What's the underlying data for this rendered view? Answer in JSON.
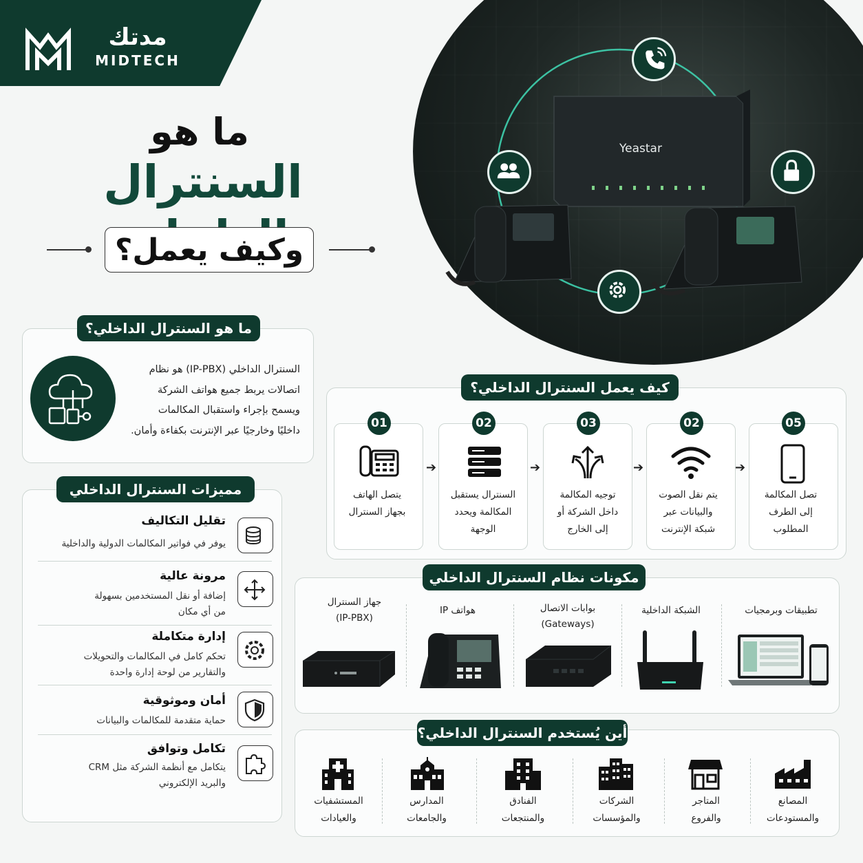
{
  "brand": {
    "name_ar": "مدتك",
    "name_en": "MIDTECH",
    "product_logo": "Yeastar"
  },
  "headline": {
    "line1": "ما هو",
    "line2": "السنترال الداخلي",
    "line3": "وكيف يعمل؟"
  },
  "hero_icons": [
    "phone-call-icon",
    "users-icon",
    "lock-icon",
    "gear-icon"
  ],
  "about": {
    "heading": "ما هو السنترال الداخلي؟",
    "lines": [
      "السنترال الداخلي (IP-PBX) هو نظام",
      "اتصالات يربط جميع هواتف الشركة",
      "ويسمح بإجراء واستقبال المكالمات",
      "داخليًا وخارجيًا عبر الإنترنت بكفاءة وأمان."
    ],
    "icon": "cloud-network-icon"
  },
  "features": {
    "heading": "مميزات السنترال الداخلي",
    "items": [
      {
        "title": "تقليل التكاليف",
        "desc": [
          "يوفر في فواتير المكالمات الدولية والداخلية"
        ],
        "icon": "coins-icon"
      },
      {
        "title": "مرونة عالية",
        "desc": [
          "إضافة أو نقل المستخدمين بسهولة",
          "من أي مكان"
        ],
        "icon": "move-arrows-icon"
      },
      {
        "title": "إدارة متكاملة",
        "desc": [
          "تحكم كامل في المكالمات والتحويلات",
          "والتقارير من لوحة إدارة واحدة"
        ],
        "icon": "gear-icon"
      },
      {
        "title": "أمان وموثوقية",
        "desc": [
          "حماية متقدمة للمكالمات والبيانات"
        ],
        "icon": "shield-icon"
      },
      {
        "title": "تكامل وتوافق",
        "desc": [
          "يتكامل مع أنظمة الشركة مثل CRM",
          "والبريد الإلكتروني"
        ],
        "icon": "puzzle-icon"
      }
    ]
  },
  "how": {
    "heading": "كيف يعمل السنترال الداخلي؟",
    "steps": [
      {
        "num": "05",
        "lines": [
          "تصل المكالمة",
          "إلى الطرف",
          "المطلوب"
        ],
        "icon": "smartphone-icon"
      },
      {
        "num": "02",
        "lines": [
          "يتم نقل الصوت",
          "والبيانات عبر",
          "شبكة الإنترنت"
        ],
        "icon": "wifi-icon"
      },
      {
        "num": "03",
        "lines": [
          "توجيه المكالمة",
          "داخل الشركة أو",
          "إلى الخارج"
        ],
        "icon": "route-arrows-icon"
      },
      {
        "num": "02",
        "lines": [
          "السنترال يستقبل",
          "المكالمة ويحدد",
          "الوجهة"
        ],
        "icon": "server-icon"
      },
      {
        "num": "01",
        "lines": [
          "يتصل الهاتف",
          "بجهاز السنترال"
        ],
        "icon": "desk-phone-icon"
      }
    ]
  },
  "components": {
    "heading": "مكونات نظام السنترال الداخلي",
    "items": [
      {
        "lines": [
          "تطبيقات وبرمجيات"
        ],
        "icon": "laptop-phone-icon"
      },
      {
        "lines": [
          "الشبكة الداخلية"
        ],
        "icon": "router-icon"
      },
      {
        "lines": [
          "بوابات الاتصال",
          "(Gateways)"
        ],
        "icon": "gateway-icon"
      },
      {
        "lines": [
          "هواتف IP"
        ],
        "icon": "ip-phone-icon"
      },
      {
        "lines": [
          "جهاز السنترال",
          "(IP-PBX)"
        ],
        "icon": "pbx-device-icon"
      }
    ]
  },
  "uses": {
    "heading": "أين يُستخدم السنترال الداخلي؟",
    "items": [
      {
        "lines": [
          "المصانع",
          "والمستودعات"
        ],
        "icon": "factory-icon"
      },
      {
        "lines": [
          "المتاجر",
          "والفروع"
        ],
        "icon": "store-icon"
      },
      {
        "lines": [
          "الشركات",
          "والمؤسسات"
        ],
        "icon": "office-building-icon"
      },
      {
        "lines": [
          "الفنادق",
          "والمنتجعات"
        ],
        "icon": "hotel-icon"
      },
      {
        "lines": [
          "المدارس",
          "والجامعات"
        ],
        "icon": "school-icon"
      },
      {
        "lines": [
          "المستشفيات",
          "والعيادات"
        ],
        "icon": "hospital-icon"
      }
    ]
  },
  "colors": {
    "brand_green": "#0f3a2e",
    "accent_teal": "#3fd3b0",
    "background": "#f4f6f5"
  }
}
